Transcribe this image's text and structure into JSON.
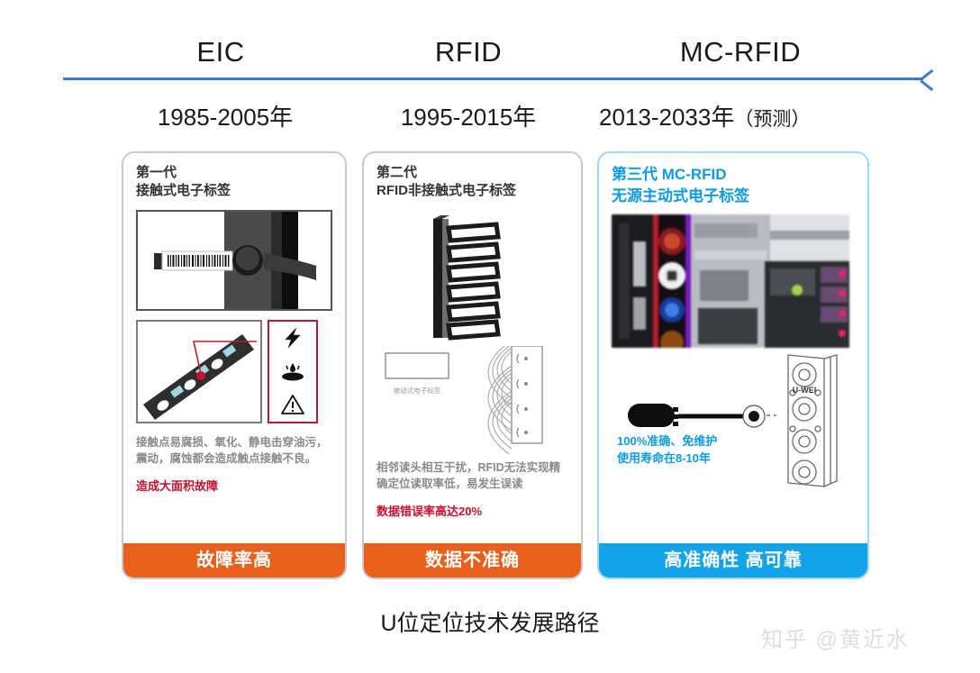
{
  "timeline": {
    "eras": [
      {
        "name": "EIC",
        "years": "1985-2005年",
        "note": ""
      },
      {
        "name": "RFID",
        "years": "1995-2015年",
        "note": ""
      },
      {
        "name": "MC-RFID",
        "years": "2013-2033年",
        "note": "（预测）"
      }
    ],
    "arrow_color": "#3a7bc8"
  },
  "cards": [
    {
      "title_line1": "第一代",
      "title_line2": "接触式电子标签",
      "title_color": "#333333",
      "description": "接触点易腐损、氧化、静电击穿油污，震动，腐蚀都会造成触点接触不良。",
      "highlight": "造成大面积故障",
      "footer": "故障率高",
      "footer_color": "#e8601c",
      "border_color": "#c9c9c9"
    },
    {
      "title_line1": "第二代",
      "title_line2": "RFID非接触式电子标签",
      "title_color": "#333333",
      "tag_caption": "被动式电子标签",
      "description": "相邻读头相互干扰，RFID无法实现精确定位读取率低，易发生误读",
      "highlight": "数据错误率高达20%",
      "footer": "数据不准确",
      "footer_color": "#e8601c",
      "border_color": "#c9c9c9"
    },
    {
      "title_line1": "第三代  MC-RFID",
      "title_line2": "无源主动式电子标签",
      "title_color": "#0d9ae5",
      "device_label": "U-WEI",
      "description_line1": "100%准确、免维护",
      "description_line2": "使用寿命在8-10年",
      "footer": "高准确性  高可靠",
      "footer_color": "#12a3e8",
      "border_color": "#9fd8f4"
    }
  ],
  "caption": "U位定位技术发展路径",
  "watermark": "知乎 @黄近水"
}
